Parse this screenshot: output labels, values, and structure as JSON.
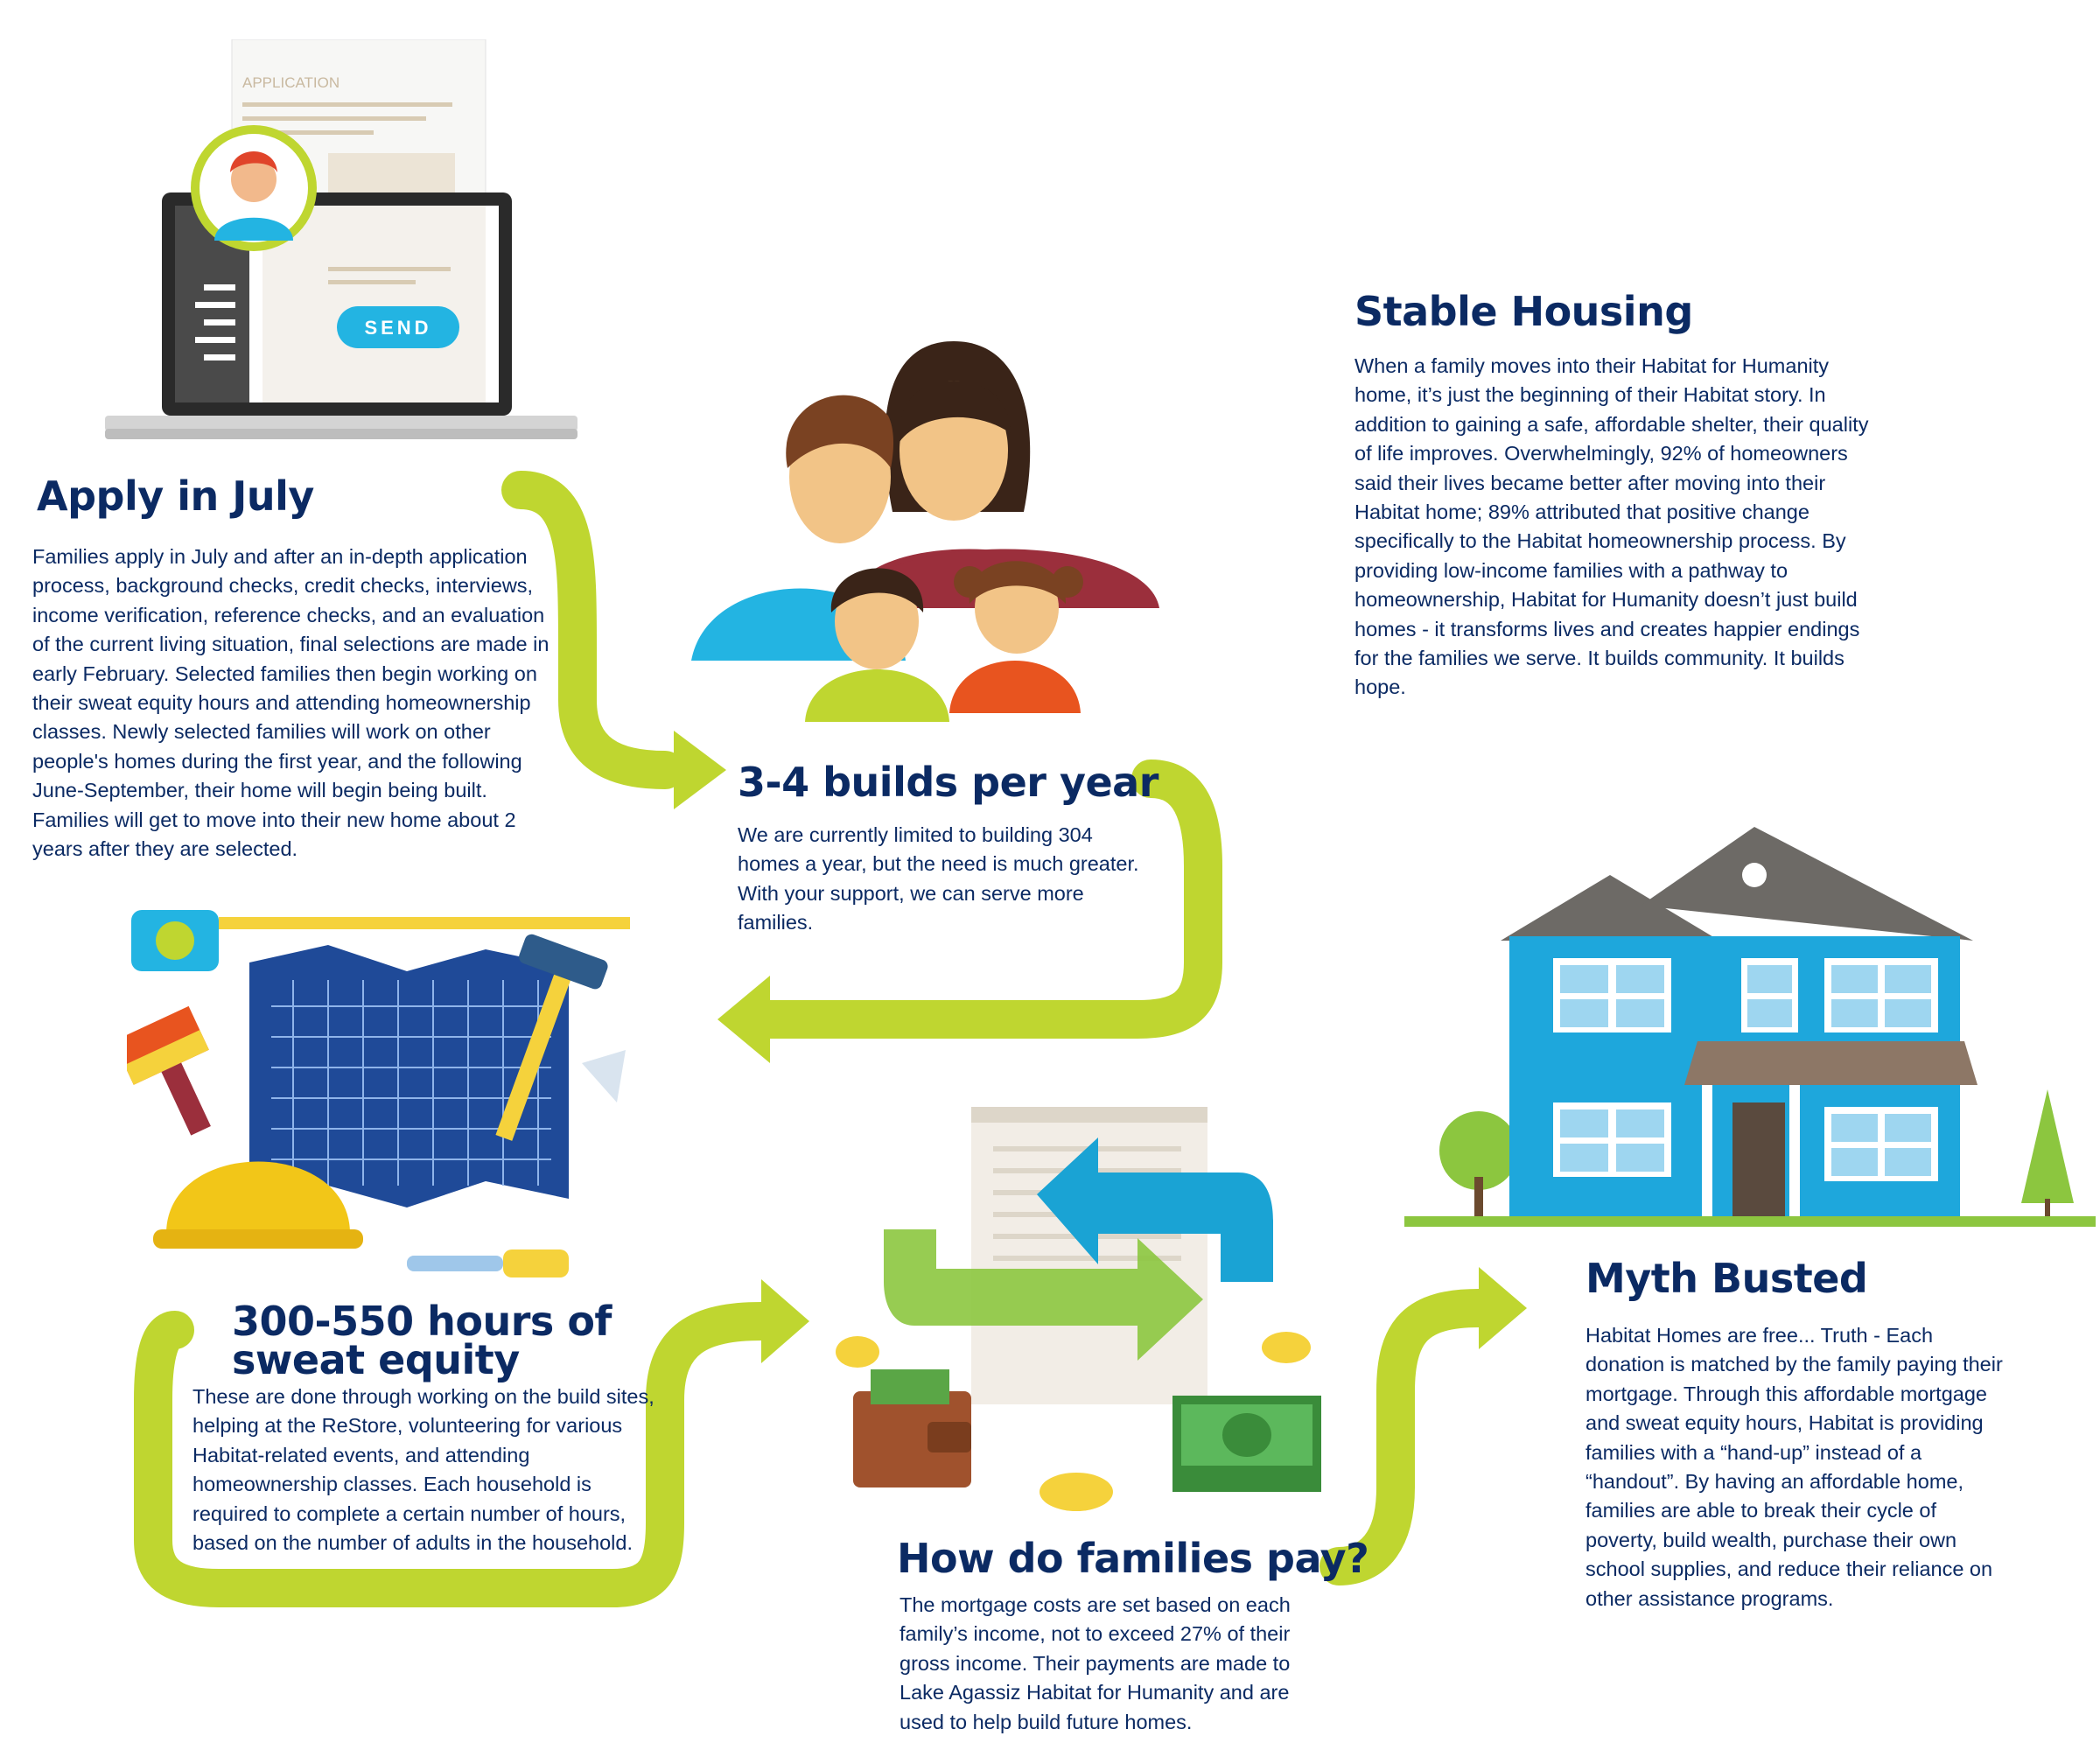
{
  "steps": {
    "apply": {
      "title": "Apply in July",
      "body": "Families apply in July and after an in-depth application process, background checks, credit checks, interviews, income verification, reference checks, and an evaluation of the current living situation, final selections are made in early February. Selected families then begin working on their sweat equity hours and attending homeownership classes. Newly selected families will work on other people's homes during the first year, and the following June-September, their home will begin being built. Families will get to move into their new home about 2 years after they are selected."
    },
    "builds": {
      "title": "3-4 builds per year",
      "body": "We are currently limited to building 304 homes a year, but the need is much greater. With your support, we can serve more families."
    },
    "stable": {
      "title": "Stable Housing",
      "body": "When a family moves into their Habitat for Humanity home, it’s just the beginning of their Habitat story. In addition to gaining a safe, affordable shelter, their quality of life improves. Overwhelmingly, 92% of homeowners said their lives became better after moving into their Habitat home; 89% attributed that positive change specifically to the Habitat homeownership process. By providing low-income families with a pathway to homeownership, Habitat for Humanity doesn’t just build homes - it transforms lives and creates happier endings for the families we serve. It builds community. It builds hope."
    },
    "sweat": {
      "title_line1": "300-550 hours of",
      "title_line2": "sweat equity",
      "body": "These are done through working on the build sites, helping at the ReStore, volunteering for various Habitat-related events, and attending homeownership classes. Each household is required to complete a certain number of hours, based on the number of adults in the household."
    },
    "pay": {
      "title": "How do families pay?",
      "body": "The mortgage costs are set based on each family’s income, not to exceed 27% of their gross income. Their payments are made to Lake Agassiz Habitat for Humanity and are used to help build future homes."
    },
    "myth": {
      "title": "Myth Busted",
      "body": "Habitat Homes are free... Truth - Each donation is matched by the family paying their mortgage. Through this affordable mortgage and sweat equity hours, Habitat is providing families with a “hand-up” instead of a “handout”. By having an affordable home, families are able to break their cycle of poverty, build wealth, purchase their own school supplies, and reduce their reliance on other assistance programs."
    }
  },
  "illustration": {
    "application_label": "APPLICATION",
    "send_label": "SEND"
  },
  "colors": {
    "heading": "#0b2a63",
    "arrow": "#bfd630",
    "house": "#1ea7dc",
    "accent_blue": "#23b4e2"
  }
}
